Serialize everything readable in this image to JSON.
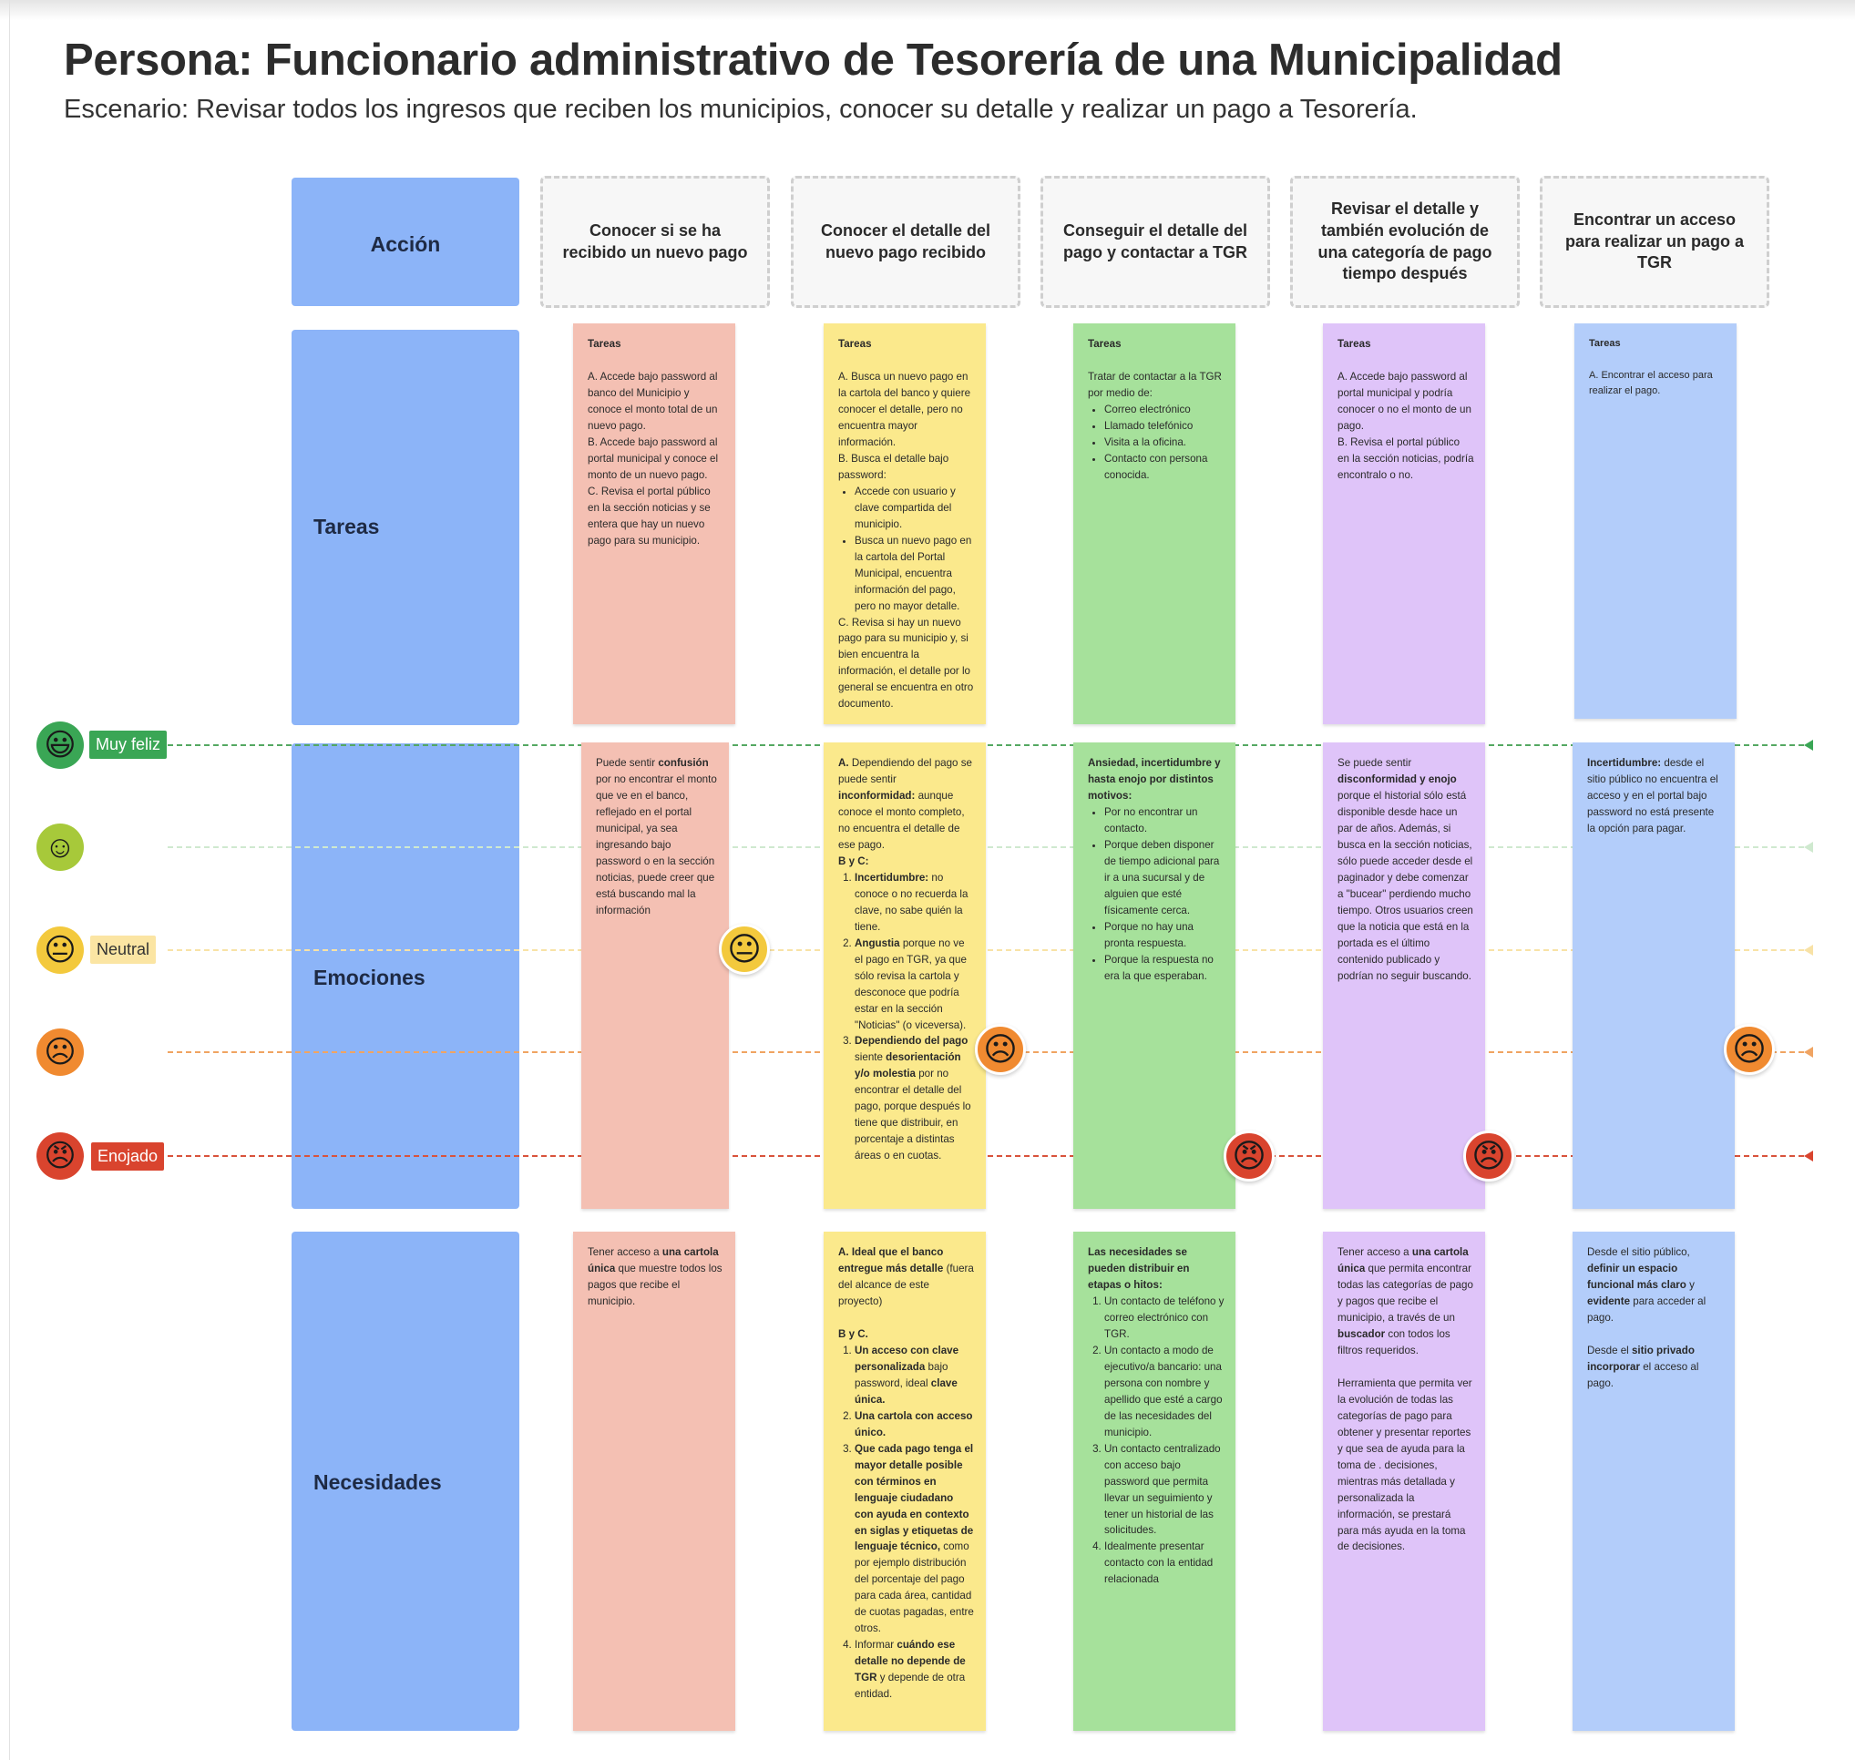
{
  "title": "Persona: Funcionario administrativo de Tesorería de una Municipalidad",
  "subtitle": "Escenario: Revisar todos los ingresos que reciben los municipios, conocer su detalle y realizar un pago a Tesorería.",
  "rows": {
    "accion": "Acción",
    "tareas": "Tareas",
    "emociones": "Emociones",
    "necesidades": "Necesidades"
  },
  "actions": [
    "Conocer si se ha recibido un nuevo pago",
    "Conocer el detalle del nuevo pago recibido",
    "Conseguir el detalle del pago y contactar a TGR",
    "Revisar el detalle y también evolución de una categoría de pago tiempo después",
    "Encontrar un acceso para realizar un pago a TGR"
  ],
  "emotion_scale": {
    "very_happy": {
      "label": "Muy feliz",
      "icon": "grinning-face-icon",
      "color": "#3aa655"
    },
    "happy": {
      "icon": "smiling-face-icon",
      "color": "#a7c93a"
    },
    "neutral": {
      "label": "Neutral",
      "icon": "neutral-face-icon",
      "color": "#f3c93d"
    },
    "sad": {
      "icon": "frowning-face-icon",
      "color": "#f08a30"
    },
    "angry": {
      "label": "Enojado",
      "icon": "angry-face-icon",
      "color": "#d9442e"
    }
  },
  "journey_emotions": [
    "neutral",
    "sad",
    "angry",
    "angry",
    "sad"
  ],
  "notes": {
    "tareas": [
      {
        "head": "Tareas",
        "items": [
          "A. Accede bajo password al banco del Municipio y conoce el monto total de un nuevo pago.",
          "B. Accede bajo password al portal municipal y conoce el monto de un nuevo pago.",
          "C. Revisa el portal público en la sección noticias y se entera que hay un nuevo pago para su municipio."
        ]
      },
      {
        "head": "Tareas",
        "a": "A. Busca un nuevo pago en la cartola del banco y quiere conocer el detalle, pero no encuentra mayor información.",
        "b": "B. Busca el detalle bajo password:",
        "b_items": [
          "Accede con usuario y clave compartida del municipio.",
          "Busca un nuevo pago en la cartola del Portal Municipal, encuentra información del pago, pero no mayor detalle."
        ],
        "c": "C. Revisa si hay un nuevo pago para su municipio y, si bien encuentra la información, el detalle por lo general se encuentra en otro documento."
      },
      {
        "head": "Tareas",
        "intro": "Tratar de contactar a la TGR por medio de:",
        "items": [
          "Correo electrónico",
          "Llamado telefónico",
          "Visita a la oficina.",
          "Contacto con persona conocida."
        ]
      },
      {
        "head": "Tareas",
        "items": [
          "A. Accede bajo password al portal municipal y podría conocer o no  el monto de un pago.",
          "B. Revisa el portal público en la sección noticias, podría encontralo o no."
        ]
      },
      {
        "head": "Tareas",
        "items": [
          "A. Encontrar el acceso para realizar el pago."
        ]
      }
    ],
    "emociones": [
      {
        "t1": "Puede sentir ",
        "b1": "confusión",
        "t2": " por no encontrar el monto que ve en el banco, reflejado en el portal municipal, ya sea ingresando bajo password o en la sección noticias, puede creer que está buscando mal la información"
      },
      {
        "a_b": "A.",
        "a_t": " Dependiendo del pago se puede sentir ",
        "a_b2": "inconformidad:",
        "a_t2": " aunque conoce el monto completo, no encuentra el detalle de ese pago.",
        "bc": "B y C:",
        "i1_b": "Incertidumbre:",
        "i1_t": "  no conoce o no recuerda la clave, no sabe quién la tiene.",
        "i2_b": "Angustia",
        "i2_t": " porque no ve el pago en TGR, ya que sólo revisa la cartola y desconoce que podría estar en la sección \"Noticias\" (o viceversa).",
        "i3_b": "Dependiendo del pago",
        "i3_t": " siente ",
        "i3_b2": "desorientación y/o molestia",
        "i3_t2": " por no encontrar el detalle del pago, porque después lo tiene que distribuir, en porcentaje a distintas áreas o en cuotas."
      },
      {
        "head": "Ansiedad, incertidumbre y hasta enojo por distintos motivos:",
        "items": [
          "Por no encontrar un contacto.",
          "Porque deben disponer de tiempo adicional para ir a una sucursal y de alguien que esté físicamente cerca.",
          "Porque no hay una pronta respuesta.",
          "Porque la respuesta no era la que esperaban."
        ]
      },
      {
        "t1": "Se puede sentir ",
        "b1": "disconformidad y enojo",
        "t2": " porque el historial sólo está disponible desde hace un par de años. Además, si busca en la sección noticias, sólo puede acceder desde el paginador y debe comenzar a \"bucear\" perdiendo mucho tiempo. Otros usuarios creen que la noticia que está en la portada es el último contenido publicado y podrían no seguir buscando."
      },
      {
        "b1": "Incertidumbre:",
        "t2": " desde el sitio público no encuentra el acceso y en el portal bajo password no está presente la opción para pagar."
      }
    ],
    "necesidades": [
      {
        "t1": "Tener acceso a ",
        "b1": "una cartola única",
        "t2": " que muestre todos los pagos que recibe el municipio."
      },
      {
        "a_b": "A. Ideal que el banco entregue más detalle",
        "a_t": " (fuera del alcance de este proyecto)",
        "bc": "B y C.",
        "i1_b": "Un acceso con clave personalizada",
        "i1_t": " bajo password, ideal ",
        "i1_b2": "clave única.",
        "i2_b": "Una  cartola con acceso único.",
        "i3_b": "Que cada pago tenga el mayor detalle posible con términos en lenguaje ciudadano con ayuda en contexto en siglas y etiquetas de lenguaje técnico,",
        "i3_t": " como por ejemplo distribución del porcentaje del pago para cada área, cantidad de cuotas pagadas, entre otros.",
        "i4_t": "Informar ",
        "i4_b": "cuándo ese detalle no depende de TGR",
        "i4_t2": " y depende de otra entidad."
      },
      {
        "head": "Las necesidades se pueden distribuir en etapas o hitos:",
        "items": [
          "Un contacto de teléfono y correo electrónico con TGR.",
          "Un contacto a modo de ejecutivo/a bancario: una persona con nombre y apellido que esté a cargo de las necesidades del municipio.",
          "Un contacto centralizado con acceso bajo password que permita llevar un seguimiento y tener un historial de las solicitudes.",
          "Idealmente presentar contacto con la entidad relacionada"
        ]
      },
      {
        "t1": "Tener acceso a ",
        "b1": "una cartola única",
        "t2": " que permita encontrar todas las categorías de pago y pagos que recibe el municipio, a través de un ",
        "b2": "buscador",
        "t3": " con todos los filtros requeridos.",
        "p2": "Herramienta que permita ver la evolución de todas las categorías de pago para obtener y presentar reportes y que sea de ayuda para la toma de . decisiones, mientras más detallada y personalizada la información, se prestará para más ayuda en la toma de decisiones."
      },
      {
        "p1_t": "Desde el sitio público, ",
        "p1_b": "definir un espacio funcional más claro",
        "p1_t2": " y ",
        "p1_b2": "evidente",
        "p1_t3": " para acceder al pago.",
        "p2_t": "Desde el ",
        "p2_b": "sitio privado incorporar",
        "p2_t2": " el acceso al pago."
      }
    ]
  }
}
